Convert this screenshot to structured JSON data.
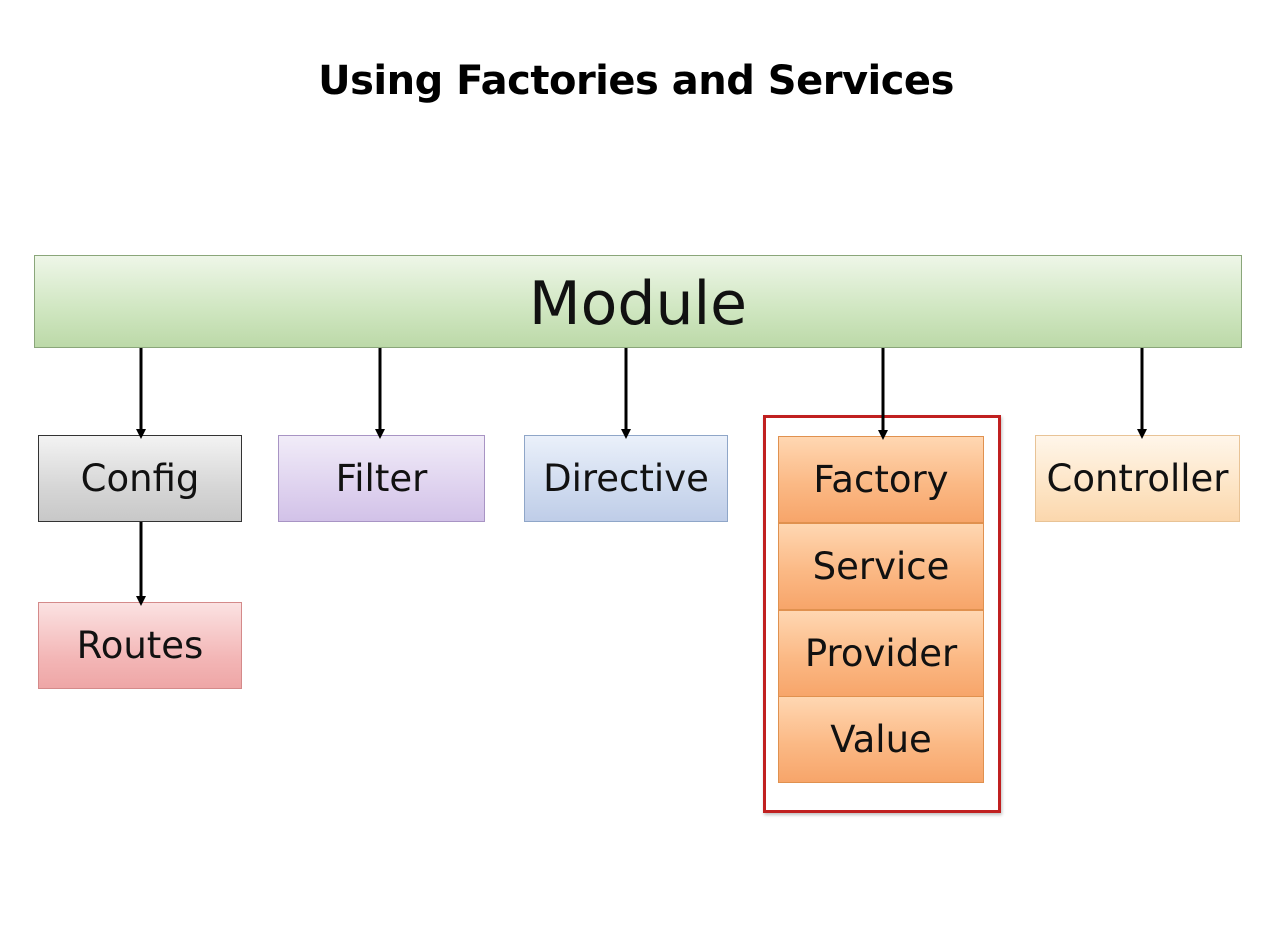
{
  "title": "Using Factories and Services",
  "nodes": {
    "module": "Module",
    "config": "Config",
    "routes": "Routes",
    "filter": "Filter",
    "directive": "Directive",
    "factory": "Factory",
    "service": "Service",
    "provider": "Provider",
    "value": "Value",
    "controller": "Controller"
  },
  "colors": {
    "module": "#cfe6c0",
    "config": "#d6d6d6",
    "routes": "#f3b6b6",
    "filter": "#ddd0ee",
    "directive": "#cdd9ee",
    "factory_group": "#fbb985",
    "controller": "#fde3c2",
    "highlight_border": "#c02020"
  },
  "edges": [
    {
      "from": "Module",
      "to": "Config"
    },
    {
      "from": "Module",
      "to": "Filter"
    },
    {
      "from": "Module",
      "to": "Directive"
    },
    {
      "from": "Module",
      "to": "Factory"
    },
    {
      "from": "Module",
      "to": "Controller"
    },
    {
      "from": "Config",
      "to": "Routes"
    }
  ]
}
